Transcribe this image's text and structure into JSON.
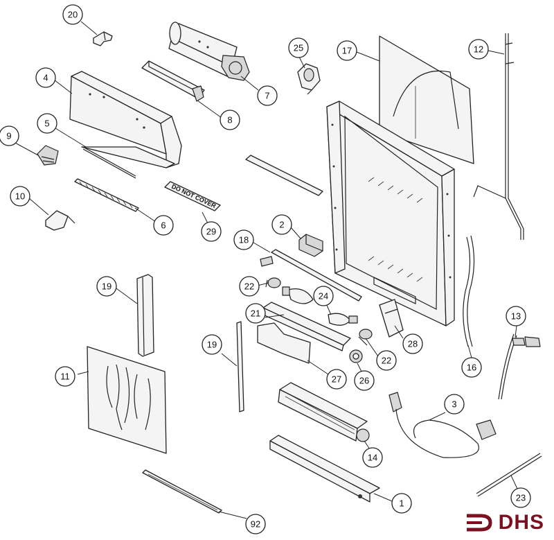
{
  "diagram": {
    "callouts": [
      "20",
      "25",
      "17",
      "12",
      "4",
      "7",
      "8",
      "5",
      "9",
      "10",
      "6",
      "29",
      "2",
      "18",
      "19",
      "22",
      "21",
      "24",
      "28",
      "16",
      "13",
      "11",
      "19",
      "27",
      "22",
      "26",
      "3",
      "14",
      "23",
      "1",
      "92"
    ],
    "sticker_text": "DO NOT COVER",
    "logo": {
      "text": "DHS",
      "color": "#7a1020"
    }
  }
}
